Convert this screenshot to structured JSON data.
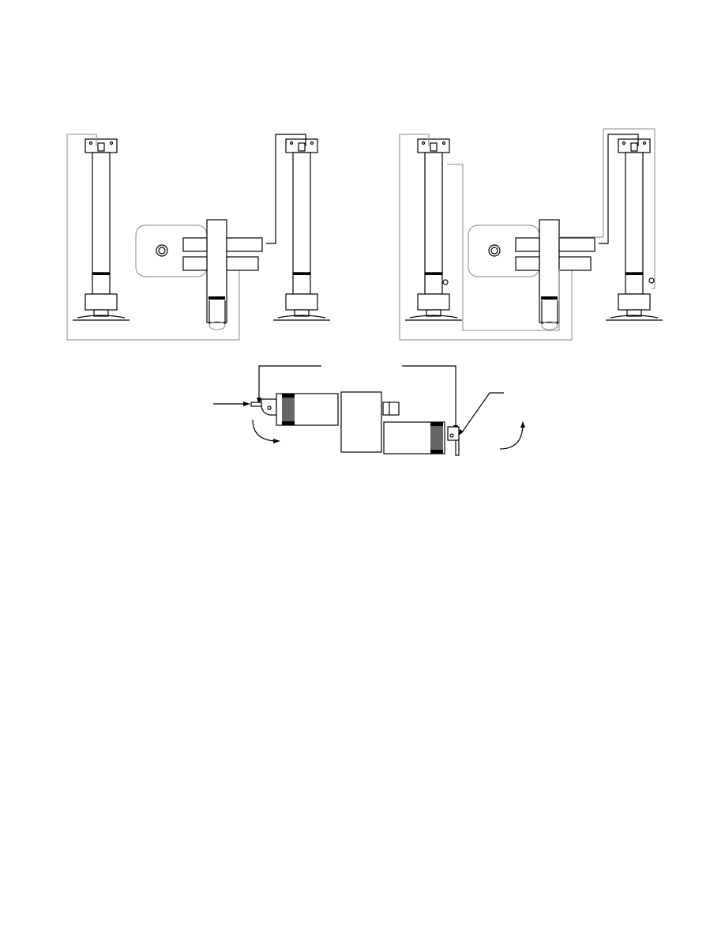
{
  "figure": {
    "panels": [
      "assembly-view-left",
      "assembly-view-right",
      "actuator-detail"
    ],
    "line_color": "#000000",
    "wire_color": "#888888",
    "background": "#ffffff"
  }
}
